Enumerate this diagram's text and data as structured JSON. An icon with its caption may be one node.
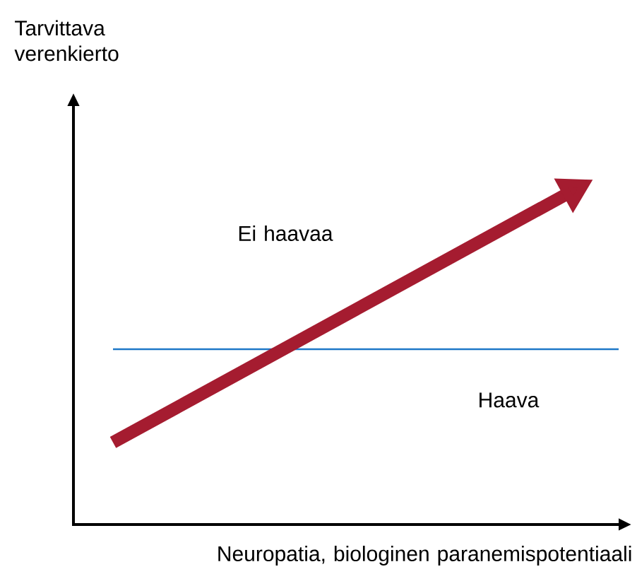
{
  "diagram": {
    "labels": [
      "Tarvittava verenkierto",
      "Ei haavaa",
      "Haava",
      "Neuropatia, biologinen paranemispotentiaali"
    ]
  }
}
